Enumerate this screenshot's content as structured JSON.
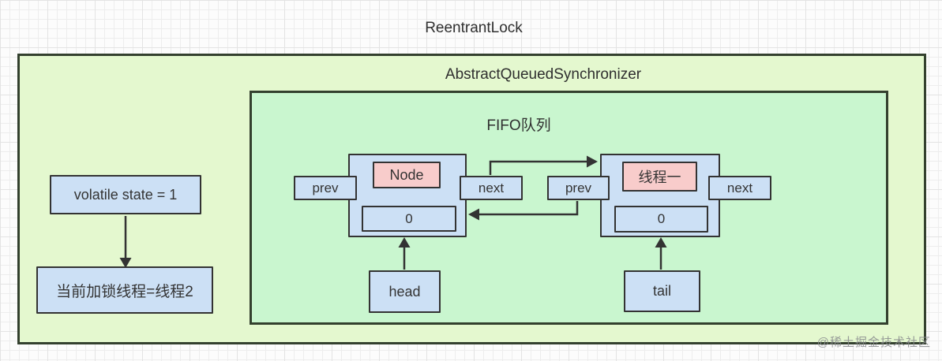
{
  "title": "ReentrantLock",
  "aqs": {
    "label": "AbstractQueuedSynchronizer"
  },
  "fifo": {
    "label": "FIFO队列"
  },
  "left": {
    "state_label": "volatile state = 1",
    "owner_label": "当前加锁线程=线程2"
  },
  "queue": {
    "node1": {
      "name": "Node",
      "state": "0",
      "prev_label": "prev",
      "next_label": "next"
    },
    "node2": {
      "name": "线程一",
      "state": "0",
      "prev_label": "prev",
      "next_label": "next"
    },
    "head_label": "head",
    "tail_label": "tail"
  },
  "watermark": "@稀土掘金技术社区",
  "colors": {
    "outer_fill": "#e4f8cf",
    "inner_fill": "#c9f6cf",
    "blue_fill": "#cce0f5",
    "pink_fill": "#f8cccb",
    "stroke": "#333333",
    "text": "#333333"
  }
}
